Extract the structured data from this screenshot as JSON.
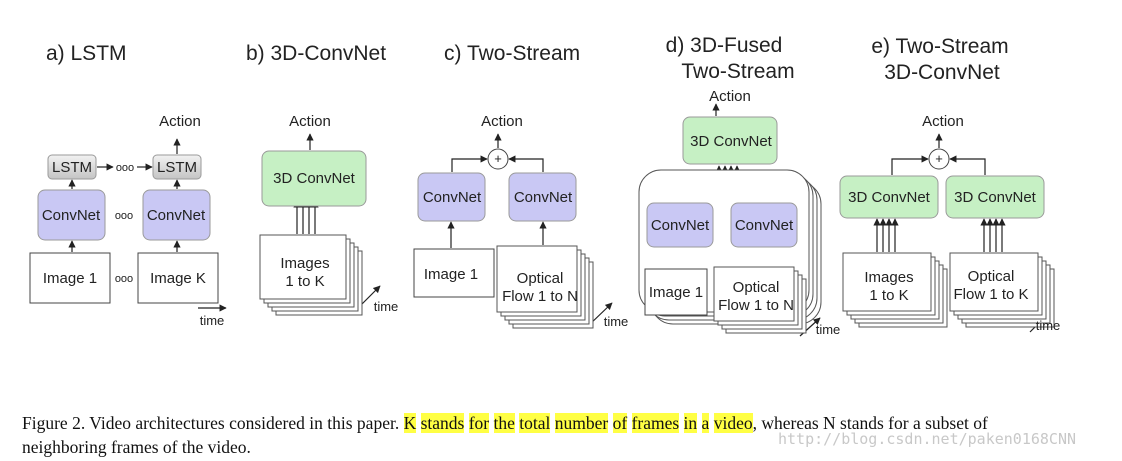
{
  "panels": {
    "a": {
      "title": "a) LSTM",
      "lstm": "LSTM",
      "ellipsis": "ooo",
      "convnet": "ConvNet",
      "action": "Action",
      "image_first": "Image 1",
      "image_last": "Image K",
      "time": "time"
    },
    "b": {
      "title": "b) 3D-ConvNet",
      "convnet3d": "3D ConvNet",
      "action": "Action",
      "images_line1": "Images",
      "images_line2": "1 to K",
      "time": "time"
    },
    "c": {
      "title": "c) Two-Stream",
      "plus": "+",
      "convnet": "ConvNet",
      "action": "Action",
      "image": "Image 1",
      "flow_line1": "Optical",
      "flow_line2": "Flow 1 to N",
      "time": "time"
    },
    "d": {
      "title_line1": "d) 3D-Fused",
      "title_line2": "Two-Stream",
      "action": "Action",
      "convnet3d": "3D ConvNet",
      "convnet": "ConvNet",
      "image": "Image 1",
      "flow_line1": "Optical",
      "flow_line2": "Flow 1 to N",
      "time": "time"
    },
    "e": {
      "title_line1": "e) Two-Stream",
      "title_line2": "3D-ConvNet",
      "action": "Action",
      "plus": "+",
      "convnet3d": "3D ConvNet",
      "images_line1": "Images",
      "images_line2": "1 to K",
      "flow_line1": "Optical",
      "flow_line2": "Flow 1 to K",
      "time": "time"
    }
  },
  "caption": {
    "prefix": "Figure 2. Video architectures considered in this paper. ",
    "h1": "K",
    "s1": " ",
    "h2": "stands",
    "s2": " ",
    "h3": "for",
    "s3": " ",
    "h4": "the",
    "s4": " ",
    "h5": "total",
    "s5": " ",
    "h6": "number",
    "s6": " ",
    "h7": "of",
    "s7": " ",
    "h8": "frames",
    "s8": " ",
    "h9": "in",
    "s9": " ",
    "h10": "a",
    "s10": " ",
    "h11": "video",
    "rest1": ", whereas N stands for a subset of",
    "line2": "neighboring frames of the video."
  },
  "watermark": "http://blog.csdn.net/paken0168CNN",
  "colors": {
    "convnet": "#c9c8f4",
    "convnet3d": "#c6f0c4",
    "lstm": "#dcdcdc",
    "highlight": "#ffff44"
  }
}
